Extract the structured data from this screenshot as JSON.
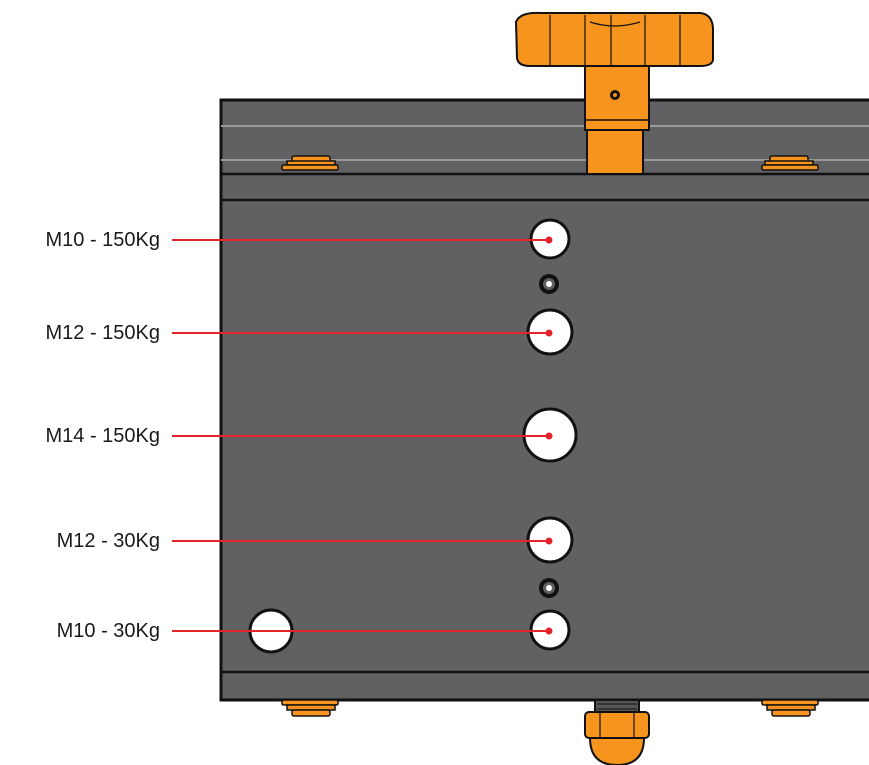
{
  "colors": {
    "plate": "#616163",
    "plate_stroke": "#111111",
    "rail_line": "#9a9a9a",
    "knob": "#f7941d",
    "leader": "#e3242b",
    "hole": "#ffffff"
  },
  "labels": [
    {
      "id": "m10-150",
      "text": "M10 - 150Kg"
    },
    {
      "id": "m12-150",
      "text": "M12 - 150Kg"
    },
    {
      "id": "m14-150",
      "text": "M14 - 150Kg"
    },
    {
      "id": "m12-30",
      "text": "M12 - 30Kg"
    },
    {
      "id": "m10-30",
      "text": "M10 - 30Kg"
    }
  ]
}
